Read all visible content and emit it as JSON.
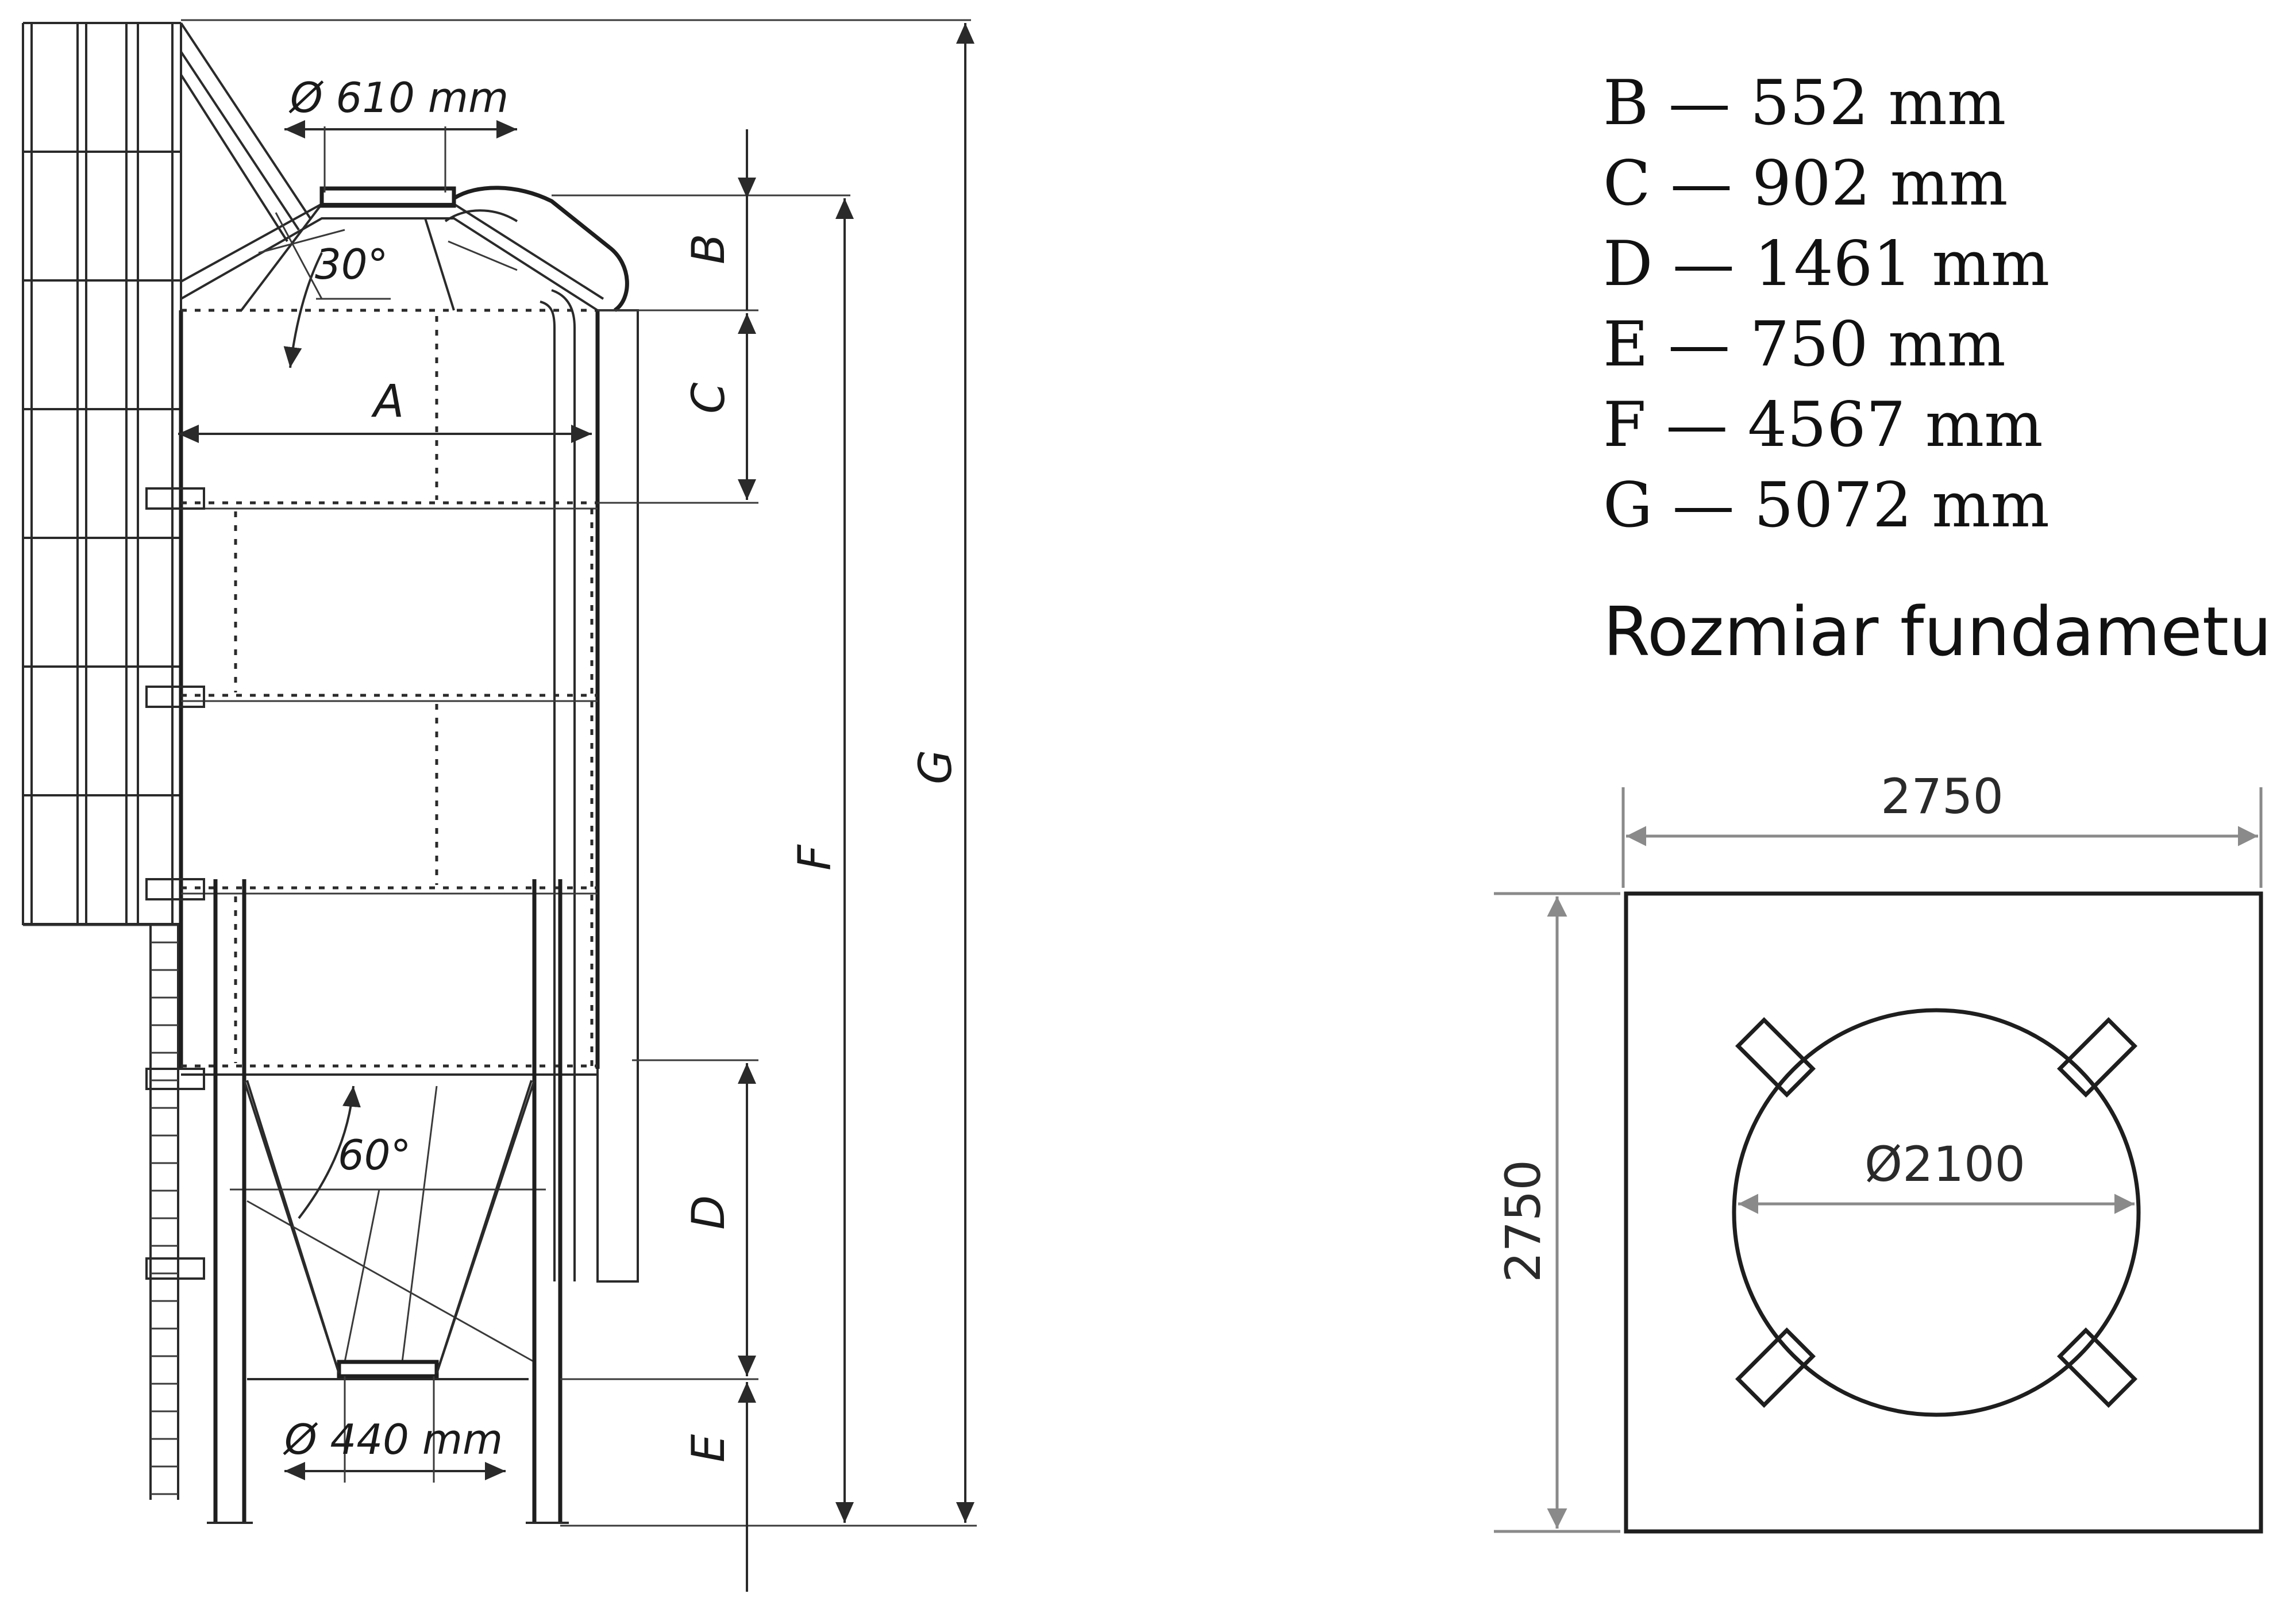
{
  "legend": {
    "items": [
      "B — 552 mm",
      "C — 902  mm",
      "D — 1461 mm",
      "E — 750  mm",
      "F — 4567 mm",
      "G — 5072 mm"
    ]
  },
  "foundation": {
    "title": "Rozmiar fundametu",
    "width_label": "2750",
    "height_label": "2750",
    "diameter_label": "Ø2100"
  },
  "silo": {
    "top_opening": "Ø 610  mm",
    "roof_angle": "30°",
    "hopper_angle": "60°",
    "bottom_opening": "Ø 440  mm",
    "dim_labels": {
      "a": "A",
      "b": "B",
      "c": "C",
      "d": "D",
      "e": "E",
      "f": "F",
      "g": "G"
    }
  }
}
